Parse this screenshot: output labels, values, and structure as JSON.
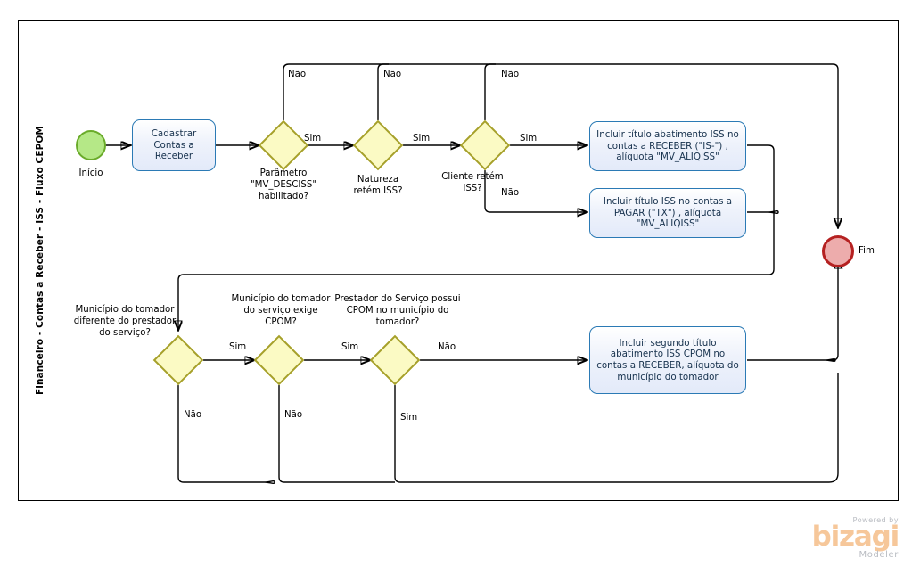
{
  "diagram": {
    "title": "Financeiro - Contas a Receber - ISS - Fluxo CEPOM",
    "type": "BPMN process diagram",
    "colors": {
      "task_border": "#2b7ab5",
      "task_fill": "#e3eaf9",
      "gateway_border": "#a6a02a",
      "gateway_fill": "#fbfac4",
      "start_border": "#6aab2a",
      "start_fill": "#b5e887",
      "end_border": "#b52121",
      "end_fill": "#edacac",
      "flow": "#000000"
    }
  },
  "events": {
    "start": {
      "label": "Início"
    },
    "end": {
      "label": "Fim"
    }
  },
  "tasks": [
    {
      "id": "t1",
      "text": "Cadastrar\nContas a\nReceber"
    },
    {
      "id": "t2",
      "text": "Incluir título abatimento ISS no\ncontas a RECEBER (\"IS-\") ,\nalíquota \"MV_ALIQISS\""
    },
    {
      "id": "t3",
      "text": "Incluir título ISS no contas a\nPAGAR  (\"TX\") , alíquota\n\"MV_ALIQISS\""
    },
    {
      "id": "t4",
      "text": "Incluir segundo título\nabatimento ISS CPOM no\ncontas a RECEBER, alíquota do\nmunicípio do tomador"
    }
  ],
  "gateways": [
    {
      "id": "g1",
      "text": "Parâmetro\n\"MV_DESCISS\"\nhabilitado?"
    },
    {
      "id": "g2",
      "text": "Natureza\nretém ISS?"
    },
    {
      "id": "g3",
      "text": "Cliente retém\nISS?"
    },
    {
      "id": "g4",
      "text": "Município do tomador\ndiferente do prestador\ndo serviço?"
    },
    {
      "id": "g5",
      "text": "Município do tomador\ndo serviço exige\nCPOM?"
    },
    {
      "id": "g6",
      "text": "Prestador do Serviço possui\nCPOM no município do\ntomador?"
    }
  ],
  "flow_labels": {
    "g1_no": "Não",
    "g1_yes": "Sim",
    "g2_no": "Não",
    "g2_yes": "Sim",
    "g3_no_top": "Não",
    "g3_yes": "Sim",
    "g3_no_bottom": "Não",
    "g4_yes": "Sim",
    "g4_no": "Não",
    "g5_yes": "Sim",
    "g5_no": "Não",
    "g6_yes": "Sim",
    "g6_no": "Não"
  },
  "footer": {
    "powered_by": "Powered by",
    "brand": "bizagi",
    "product": "Modeler"
  }
}
